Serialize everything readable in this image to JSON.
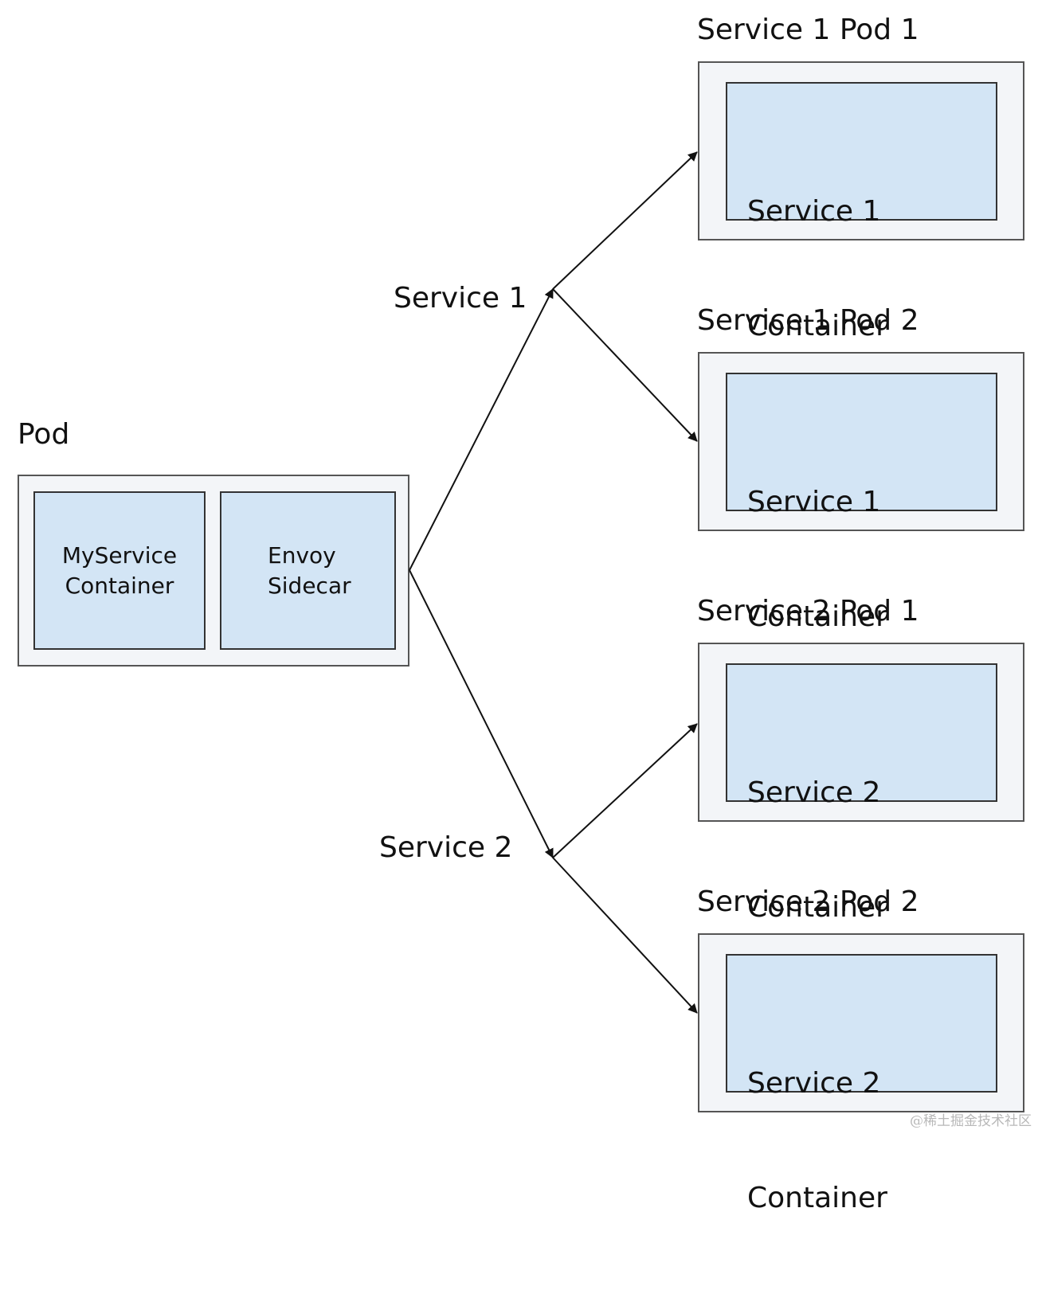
{
  "source_pod": {
    "title": "Pod",
    "containers": [
      {
        "line1": "MyService",
        "line2": "Container"
      },
      {
        "line1": "Envoy",
        "line2": "Sidecar"
      }
    ]
  },
  "services": [
    {
      "label": "Service 1"
    },
    {
      "label": "Service 2"
    }
  ],
  "target_pods": [
    {
      "title": "Service 1 Pod 1",
      "line1": "Service 1",
      "line2": "Container"
    },
    {
      "title": "Service 1 Pod 2",
      "line1": "Service 1",
      "line2": "Container"
    },
    {
      "title": "Service 2 Pod 1",
      "line1": "Service 2",
      "line2": "Container"
    },
    {
      "title": "Service 2 Pod 2",
      "line1": "Service 2",
      "line2": "Container"
    }
  ],
  "watermark": "@稀土掘金技术社区",
  "colors": {
    "container_fill": "#d3e5f5",
    "pod_fill": "#f3f5f8",
    "edge": "#111111"
  }
}
